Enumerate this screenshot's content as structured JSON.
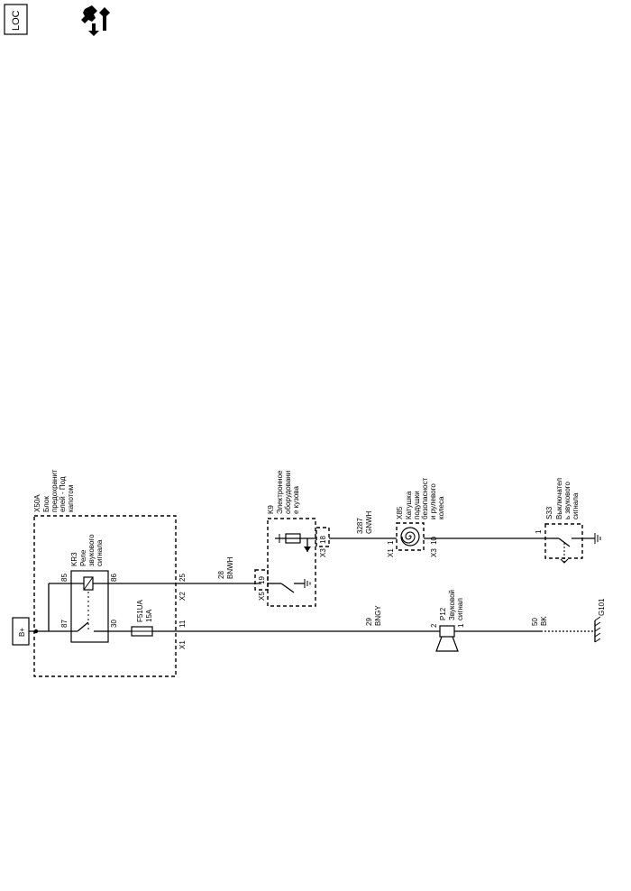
{
  "header": {
    "loc_icon_text": "LOC",
    "tool_icon": "service-wrench-icon"
  },
  "power": {
    "label": "B+"
  },
  "x50a": {
    "code": "X50A",
    "title": [
      "Блок",
      "предохранит",
      "елей - Под",
      "капотом"
    ],
    "pin_25": "25",
    "pin_x2": "X2",
    "pin_11": "11",
    "pin_x1": "X1"
  },
  "relay": {
    "code": "KR3",
    "title": [
      "Реле",
      "звукового",
      "сигнала"
    ],
    "pin_85": "85",
    "pin_86": "86",
    "pin_87": "87",
    "pin_30": "30"
  },
  "fuse": {
    "code": "F51UA",
    "rating": "15A"
  },
  "k9": {
    "code": "K9",
    "title": [
      "Электронное",
      "оборудовани",
      "е кузова"
    ],
    "pin_18": "18",
    "pin_x3": "X3",
    "pin_19": "19",
    "pin_x5": "X5"
  },
  "x85": {
    "code": "X85",
    "title": [
      "Катушка",
      "подушки",
      "безопасност",
      "и рулевого",
      "колеса"
    ],
    "pin_1": "1",
    "pin_x1": "X1",
    "pin_10": "10",
    "pin_x3": "X3"
  },
  "s33": {
    "code": "S33",
    "title": [
      "Выключател",
      "ь звукового",
      "сигнала"
    ],
    "pin_1": "1"
  },
  "p12": {
    "code": "P12",
    "title": [
      "Звуковой",
      "сигнал"
    ],
    "pin_2": "2",
    "pin_1": "1"
  },
  "ground": {
    "code": "G101"
  },
  "wires": {
    "w28": {
      "num": "28",
      "color": "BNWH"
    },
    "w3287": {
      "num": "3287",
      "color": "GNWH"
    },
    "w29": {
      "num": "29",
      "color": "BNGY"
    },
    "w50": {
      "num": "50",
      "color": "BK"
    }
  }
}
